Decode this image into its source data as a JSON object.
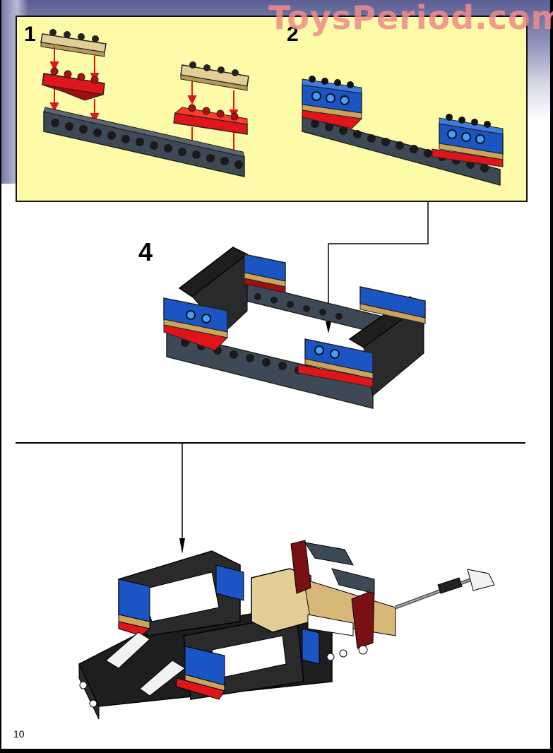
{
  "watermark": "ToysPeriod.com",
  "page_number": "10",
  "steps": [
    {
      "number": "1",
      "description": "Attach tan 1x4 plates onto red wedge plates, then onto dark grey 1x14 technic beam"
    },
    {
      "number": "2",
      "description": "Add blue 1x4 technic bricks onto the assembled beam"
    },
    {
      "number": "4",
      "description": "Combine beams into a rectangular frame with black technic bricks"
    }
  ],
  "final_step": {
    "description": "Attach frame sub-assembly to main chassis"
  },
  "colors": {
    "panel_background": "#fdfba8",
    "tan": "#e3cf96",
    "red": "#e0151b",
    "dark_red": "#7a1014",
    "blue": "#1b55c4",
    "dark_grey": "#3d4a55",
    "black": "#1a1a1a",
    "arrow_red": "#e0151b",
    "watermark": "#f08a8a"
  }
}
